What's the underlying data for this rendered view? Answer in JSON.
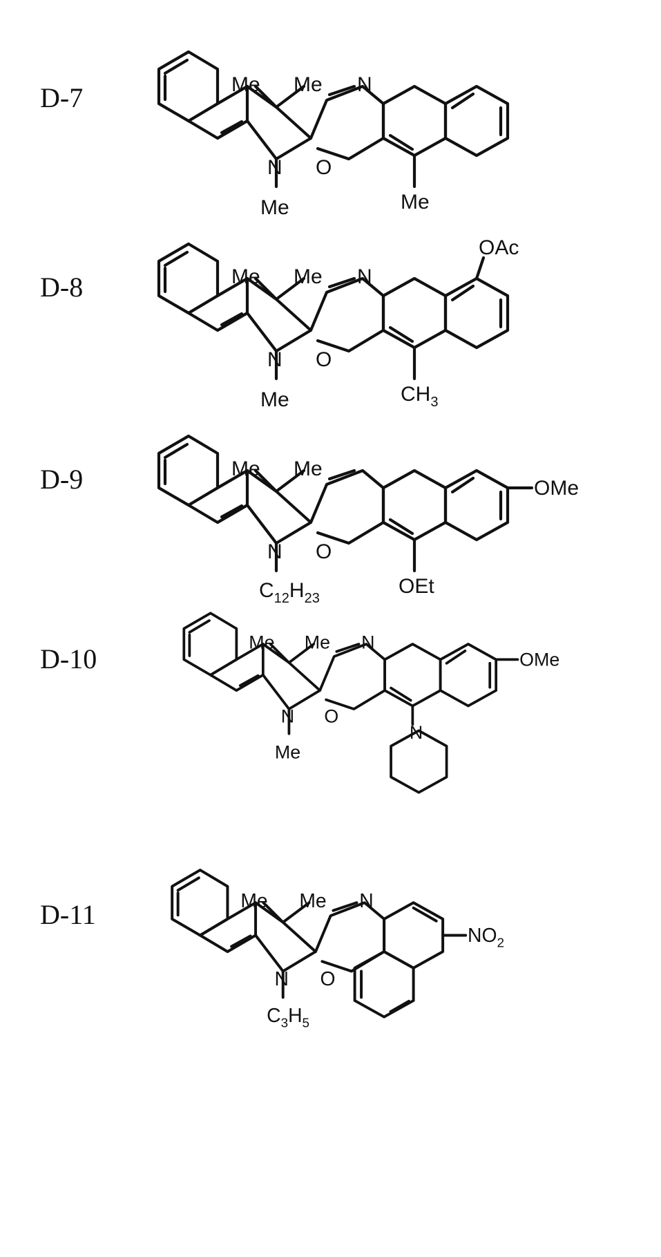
{
  "compounds": [
    {
      "id": "D-7",
      "labels": {
        "me1": "Me",
        "me2": "Me",
        "n_ring": "N",
        "n_sub": "Me",
        "o": "O",
        "n_ox": "N",
        "sub_a": "Me"
      }
    },
    {
      "id": "D-8",
      "labels": {
        "me1": "Me",
        "me2": "Me",
        "n_ring": "N",
        "n_sub": "Me",
        "o": "O",
        "n_ox": "N",
        "sub_a": "CH",
        "sub_a_sub": "3",
        "sub_b": "OAc"
      }
    },
    {
      "id": "D-9",
      "labels": {
        "me1": "Me",
        "me2": "Me",
        "n_ring": "N",
        "n_sub": "C",
        "n_sub_sub1": "12",
        "n_sub_h": "H",
        "n_sub_sub2": "23",
        "o": "O",
        "sub_a": "OEt",
        "sub_b": "OMe"
      }
    },
    {
      "id": "D-10",
      "labels": {
        "me1": "Me",
        "me2": "Me",
        "n_ring": "N",
        "n_sub": "Me",
        "o": "O",
        "n_ox": "N",
        "sub_a": "N",
        "sub_b": "OMe"
      }
    },
    {
      "id": "D-11",
      "labels": {
        "me1": "Me",
        "me2": "Me",
        "n_ring": "N",
        "n_sub": "C",
        "n_sub_sub1": "3",
        "n_sub_h": "H",
        "n_sub_sub2": "5",
        "o": "O",
        "n_ox": "N",
        "sub_b": "NO",
        "sub_b_sub": "2"
      }
    }
  ]
}
